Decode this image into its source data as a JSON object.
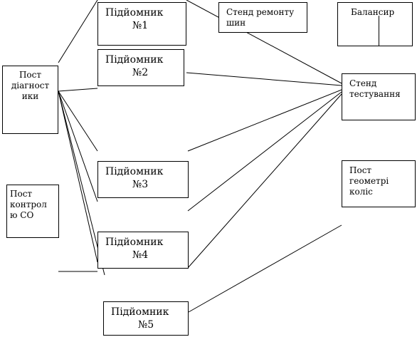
{
  "diagram": {
    "nodes": {
      "lift1": {
        "line1": "Підйомник",
        "line2": "№1"
      },
      "lift2": {
        "line1": "Підйомник",
        "line2": "№2"
      },
      "lift3": {
        "line1": "Підйомник",
        "line2": "№3"
      },
      "lift4": {
        "line1": "Підйомник",
        "line2": "№4"
      },
      "lift5": {
        "line1": "Підйомник",
        "line2": "№5"
      },
      "diagnostics_post": {
        "text": "Пост\nдіагност\nики"
      },
      "co_control_post": {
        "text": "Пост\nконтрол\nю СО"
      },
      "tire_repair_stand": {
        "text": "Стенд ремонту\nшин"
      },
      "balancer": {
        "text": "Балансир"
      },
      "test_stand": {
        "text": "Стенд\nтестування"
      },
      "wheel_geometry_post": {
        "text": "Пост\nгеометрі\nколіс"
      }
    },
    "colors": {
      "line": "#000000",
      "box_border": "#000000",
      "background": "#ffffff"
    }
  }
}
